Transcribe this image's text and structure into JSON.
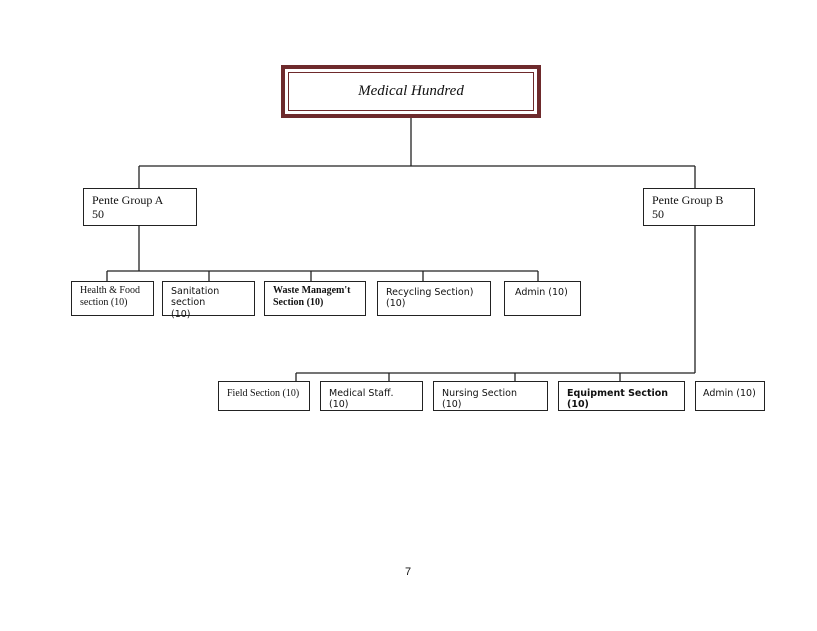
{
  "root": {
    "label": "Medical Hundred"
  },
  "groups": [
    {
      "name": "Pente Group A",
      "count": "50"
    },
    {
      "name": "Pente Group B",
      "count": "50"
    }
  ],
  "group_a_sections": [
    {
      "line1": "Health & Food",
      "line2": "section (10)"
    },
    {
      "line1": "Sanitation section",
      "line2": "(10)"
    },
    {
      "line1": "Waste Managem't",
      "line2": "Section (10)"
    },
    {
      "line1": "Recycling Section)",
      "line2": "(10)"
    },
    {
      "line1": "Admin  (10)",
      "line2": ""
    }
  ],
  "group_b_sections": [
    {
      "label": "Field Section (10)"
    },
    {
      "label": "Medical Staff.  (10)"
    },
    {
      "label": "Nursing Section  (10)"
    },
    {
      "label": "Equipment Section  (10)"
    },
    {
      "label": "Admin   (10)"
    }
  ],
  "page_number": "7",
  "colors": {
    "root_border": "#6e2a2c",
    "lines": "#222222"
  }
}
